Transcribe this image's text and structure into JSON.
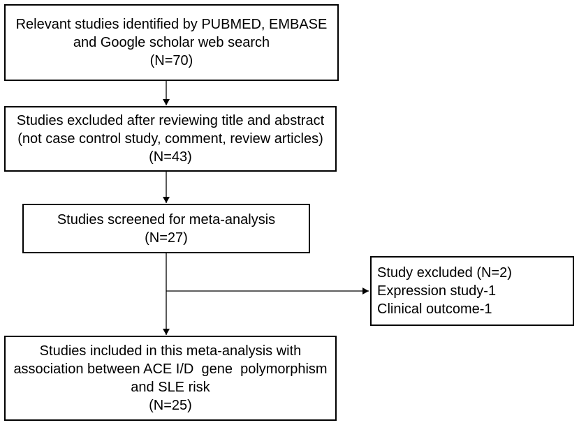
{
  "boxes": {
    "identified": {
      "lines": [
        "Relevant studies identified by PUBMED, EMBASE",
        "and Google scholar web search",
        "(N=70)"
      ]
    },
    "excluded_title_abstract": {
      "lines": [
        "Studies excluded after reviewing title and abstract",
        "(not case control study, comment, review articles)",
        "(N=43)"
      ]
    },
    "screened": {
      "lines": [
        "Studies screened for meta-analysis",
        "(N=27)"
      ]
    },
    "excluded_side": {
      "lines": [
        "Study excluded (N=2)",
        "Expression study-1",
        "Clinical outcome-1"
      ]
    },
    "included": {
      "lines": [
        "Studies included in this meta-analysis with",
        "association between ACE I/D  gene  polymorphism",
        "and SLE risk",
        "(N=25)"
      ]
    }
  },
  "colors": {
    "stroke": "#000000",
    "background": "#ffffff"
  }
}
